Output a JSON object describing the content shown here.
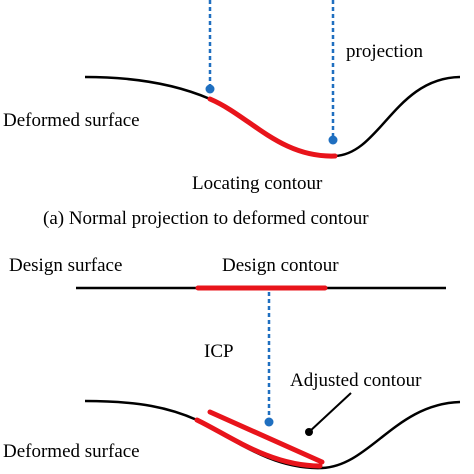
{
  "panel_a": {
    "label_projection": "projection",
    "label_deformed_surface": "Deformed surface",
    "label_locating_contour": "Locating contour",
    "caption": "(a) Normal projection to deformed contour"
  },
  "panel_b": {
    "label_design_surface": "Design surface",
    "label_design_contour": "Design contour",
    "label_icp": "ICP",
    "label_adjusted_contour": "Adjusted contour",
    "label_deformed_surface": "Deformed surface"
  },
  "colors": {
    "surface": "#000000",
    "contour": "#e8141b",
    "projection": "#1f6fc0"
  }
}
